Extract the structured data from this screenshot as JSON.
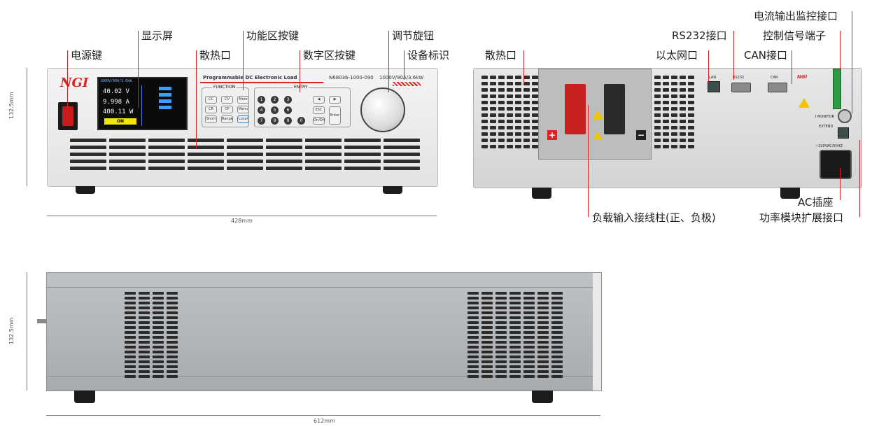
{
  "callouts": {
    "power_key": "电源键",
    "display": "显示屏",
    "function_keys": "功能区按键",
    "vent_front": "散热口",
    "numeric_keys": "数字区按键",
    "knob": "调节旋钮",
    "device_label": "设备标识",
    "vent_rear": "散热口",
    "rs232": "RS232接口",
    "ethernet": "以太网口",
    "can": "CAN接口",
    "current_monitor": "电流输出监控接口",
    "control_terminal": "控制信号端子",
    "ac_socket": "AC插座",
    "input_terminals": "负载输入接线柱(正、负极)",
    "expansion": "功率模块扩展接口"
  },
  "dimensions": {
    "front_width": "428mm",
    "front_height": "132.5mm",
    "side_width": "612mm",
    "side_height": "132.5mm"
  },
  "front": {
    "logo": "NGI",
    "product_name": "Programmable DC Electronic Load",
    "model": "N68036-1000-090",
    "rating": "1000V/90A/3.6kW",
    "function_title": "FUNCTION",
    "entry_title": "ENTRY",
    "function_keys": [
      "CC",
      "CV",
      "More",
      "CR",
      "CP",
      "Menu",
      "Short",
      "Range",
      "Local"
    ],
    "entry_keys": [
      "1",
      "2",
      "3",
      "◀",
      "▶",
      "4",
      "5",
      "6",
      "ESC",
      "7",
      "8",
      "9",
      "0",
      "On/Off",
      "Enter"
    ],
    "screen": {
      "header": "1000V/90A/3.6kW",
      "voltage": "40.02 V",
      "current": "9.998 A",
      "power": "400.11 W",
      "status": "ON"
    }
  },
  "rear": {
    "lan_label": "LAN",
    "rs232_label": "RS232",
    "can_label": "CAN",
    "monitor_label": "I MONITOR",
    "extend_label": "EXTEND",
    "ac_label": "~220VAC/50HZ",
    "plus": "+",
    "minus": "−",
    "brand": "NGI"
  },
  "colors": {
    "accent": "#d22222",
    "screen_green": "#f2e600",
    "panel": "#ececec"
  }
}
